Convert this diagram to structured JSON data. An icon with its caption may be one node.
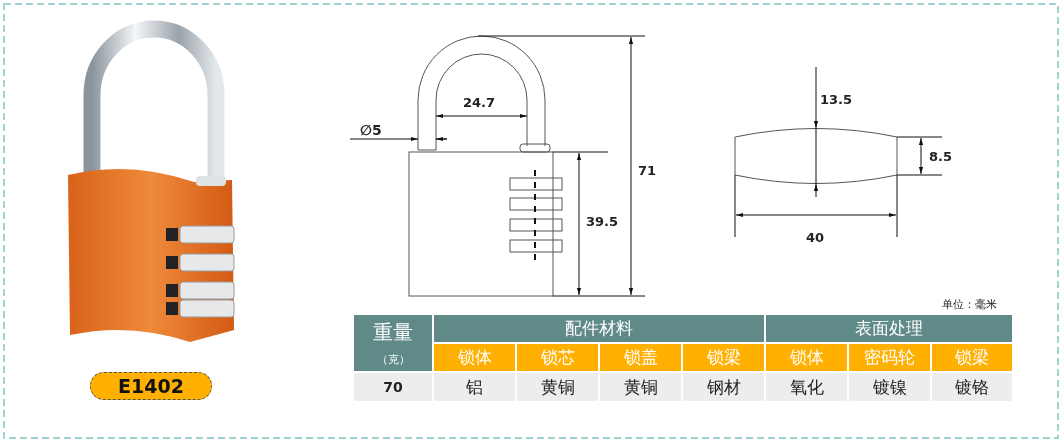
{
  "diagram": {
    "nodes": [
      {
        "text": [
          "E1402"
        ]
      }
    ],
    "labels": [
      "∅5",
      "24.7",
      "71",
      "39.5",
      "13.5",
      "8.5",
      "40",
      "单位：毫米",
      "重量",
      "（克）",
      "配件材料",
      "表面处理",
      "锁体",
      "锁芯",
      "锁盖",
      "锁梁",
      "锁体",
      "密码轮",
      "锁梁",
      "70",
      "铝",
      "黄铜",
      "黄铜",
      "钢材",
      "氧化",
      "镀镍",
      "镀铬"
    ]
  }
}
